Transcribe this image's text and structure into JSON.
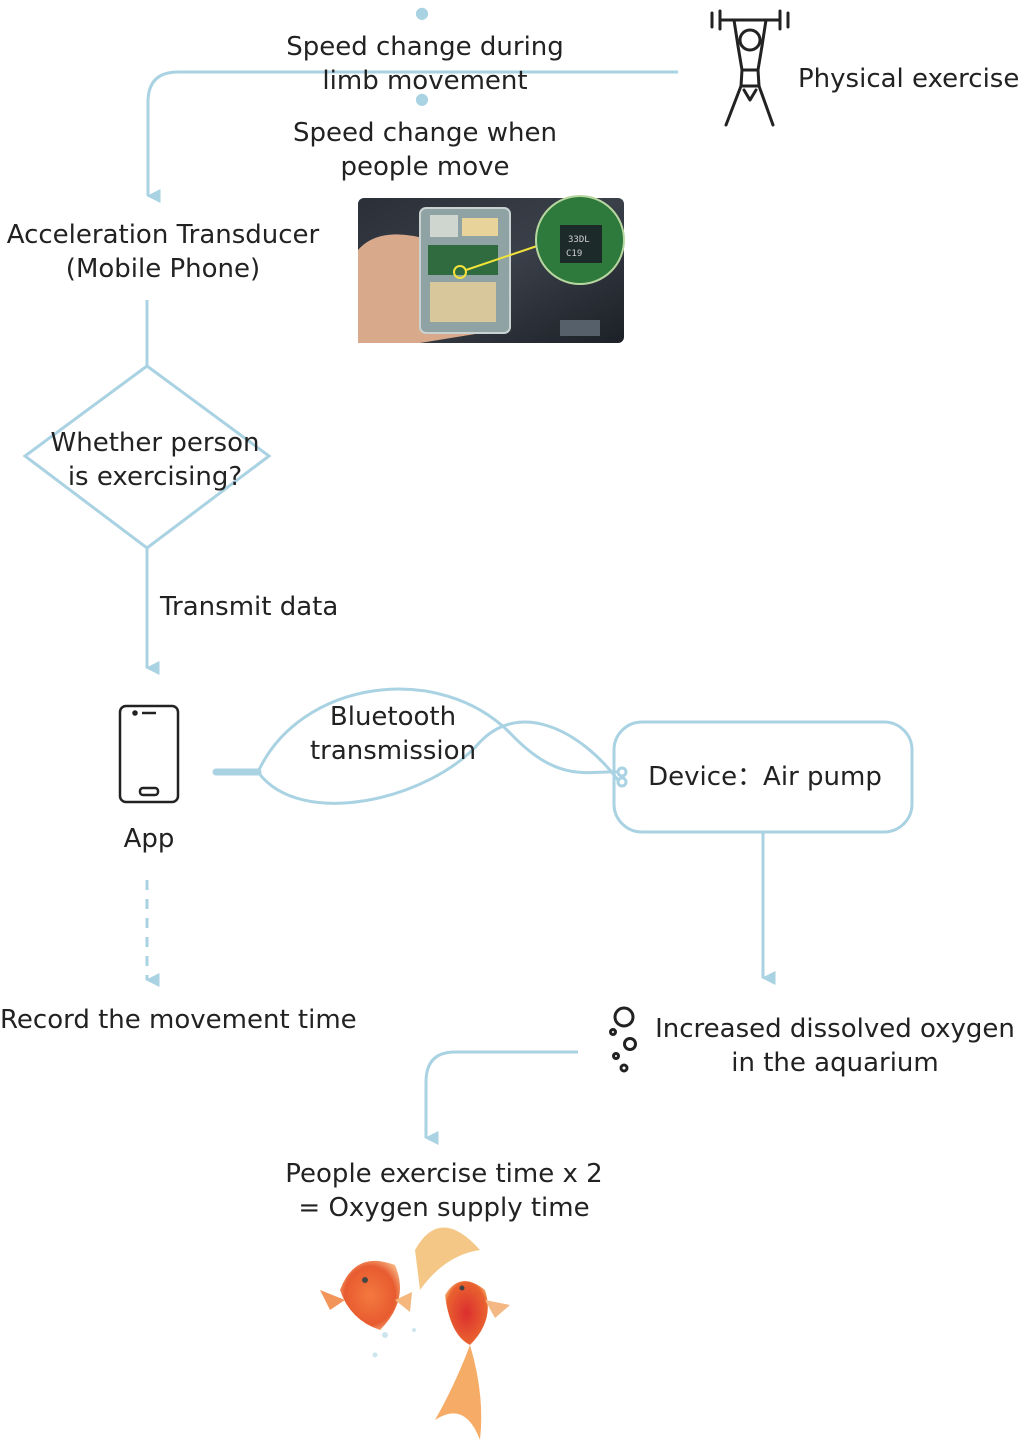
{
  "colors": {
    "connector": "#a9d2e2",
    "text": "#222222",
    "icon": "#222222"
  },
  "labels": {
    "speed_limb": [
      "Speed change during",
      "limb movement"
    ],
    "speed_people": [
      "Speed change when",
      "people move"
    ],
    "physical_exercise": "Physical exercise",
    "transducer": [
      "Acceleration Transducer",
      "(Mobile Phone)"
    ],
    "decision": [
      "Whether person",
      "is exercising?"
    ],
    "transmit": "Transmit data",
    "app": "App",
    "bluetooth": [
      "Bluetooth",
      "transmission"
    ],
    "device": "Device：Air pump",
    "record": "Record the movement time",
    "oxygen": [
      "Increased dissolved oxygen",
      "in the aquarium"
    ],
    "result": [
      "People exercise time x 2",
      "= Oxygen supply time"
    ]
  },
  "icons": {
    "exercise": "weightlifter-icon",
    "phone": "smartphone-icon",
    "bubbles": "bubbles-icon",
    "board": "circuit-board-photo",
    "fish": "goldfish-illustration"
  }
}
